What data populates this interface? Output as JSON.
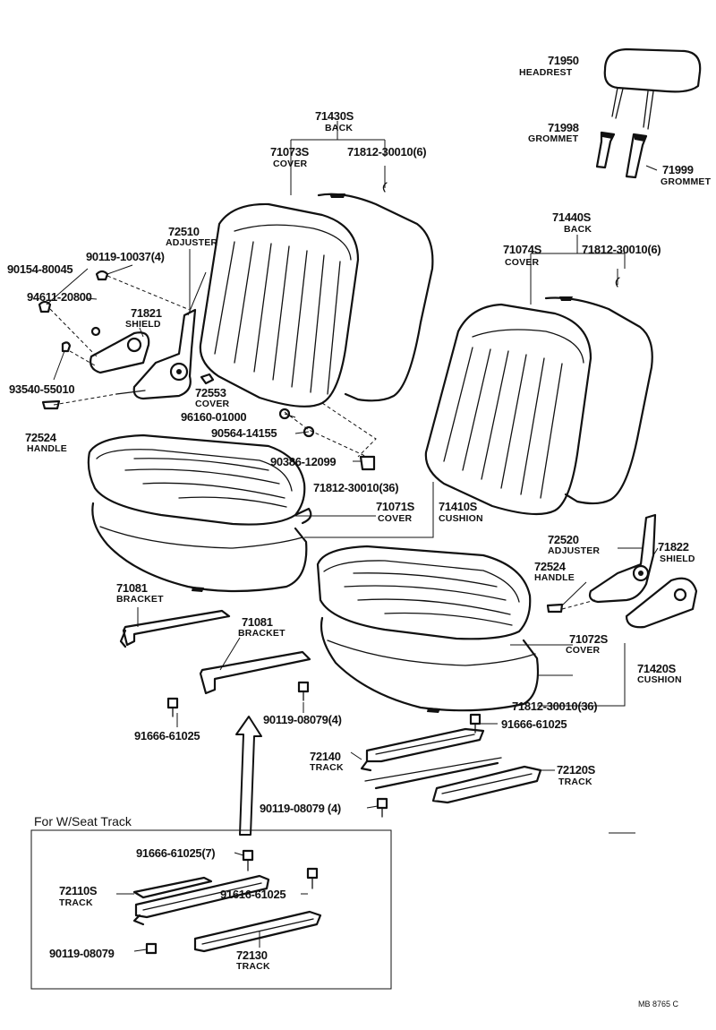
{
  "labels": {
    "p71950": "71950",
    "n_headrest": "HEADREST",
    "p71998": "71998",
    "n_grommet1": "GROMMET",
    "p71999": "71999",
    "n_grommet2": "GROMMET",
    "p71430s": "71430S",
    "n_back1": "BACK",
    "p71073s": "71073S",
    "n_cover1": "COVER",
    "p71812_6a": "71812-30010(6)",
    "p71440s": "71440S",
    "n_back2": "BACK",
    "p71074s": "71074S",
    "n_cover2": "COVER",
    "p71812_6b": "71812-30010(6)",
    "p72510": "72510",
    "n_adjuster1": "ADJUSTER",
    "p90119_10037": "90119-10037(4)",
    "p90154": "90154-80045",
    "p94611": "94611-20800",
    "p71821": "71821",
    "n_shield1": "SHIELD",
    "p93540": "93540-55010",
    "p72553": "72553",
    "n_cover3": "COVER",
    "p96160": "96160-01000",
    "p90564": "90564-14155",
    "p72524a": "72524",
    "n_handle1": "HANDLE",
    "p90386": "90386-12099",
    "p71812_36a": "71812-30010(36)",
    "p71071s": "71071S",
    "n_cover4": "COVER",
    "p71410s": "71410S",
    "n_cushion1": "CUSHION",
    "p72520": "72520",
    "n_adjuster2": "ADJUSTER",
    "p71822": "71822",
    "n_shield2": "SHIELD",
    "p72524b": "72524",
    "n_handle2": "HANDLE",
    "p71081a": "71081",
    "n_bracket1": "BRACKET",
    "p71081b": "71081",
    "n_bracket2": "BRACKET",
    "p71072s": "71072S",
    "n_cover5": "COVER",
    "p71420s": "71420S",
    "n_cushion2": "CUSHION",
    "p71812_36b": "71812-30010(36)",
    "p91666a": "91666-61025",
    "p90119_08079a": "90119-08079(4)",
    "p91666b": "91666-61025",
    "p72140": "72140",
    "n_track1": "TRACK",
    "p72120s": "72120S",
    "n_track2": "TRACK",
    "p90119_08079b": "90119-08079 (4)",
    "inset_title": "For  W/Seat  Track",
    "p91666c": "91666-61025(7)",
    "p72110s": "72110S",
    "n_track3": "TRACK",
    "p91616": "91616-61025",
    "p90119_08079c": "90119-08079",
    "p72130": "72130",
    "n_track4": "TRACK",
    "code": "MB  8765 C"
  }
}
